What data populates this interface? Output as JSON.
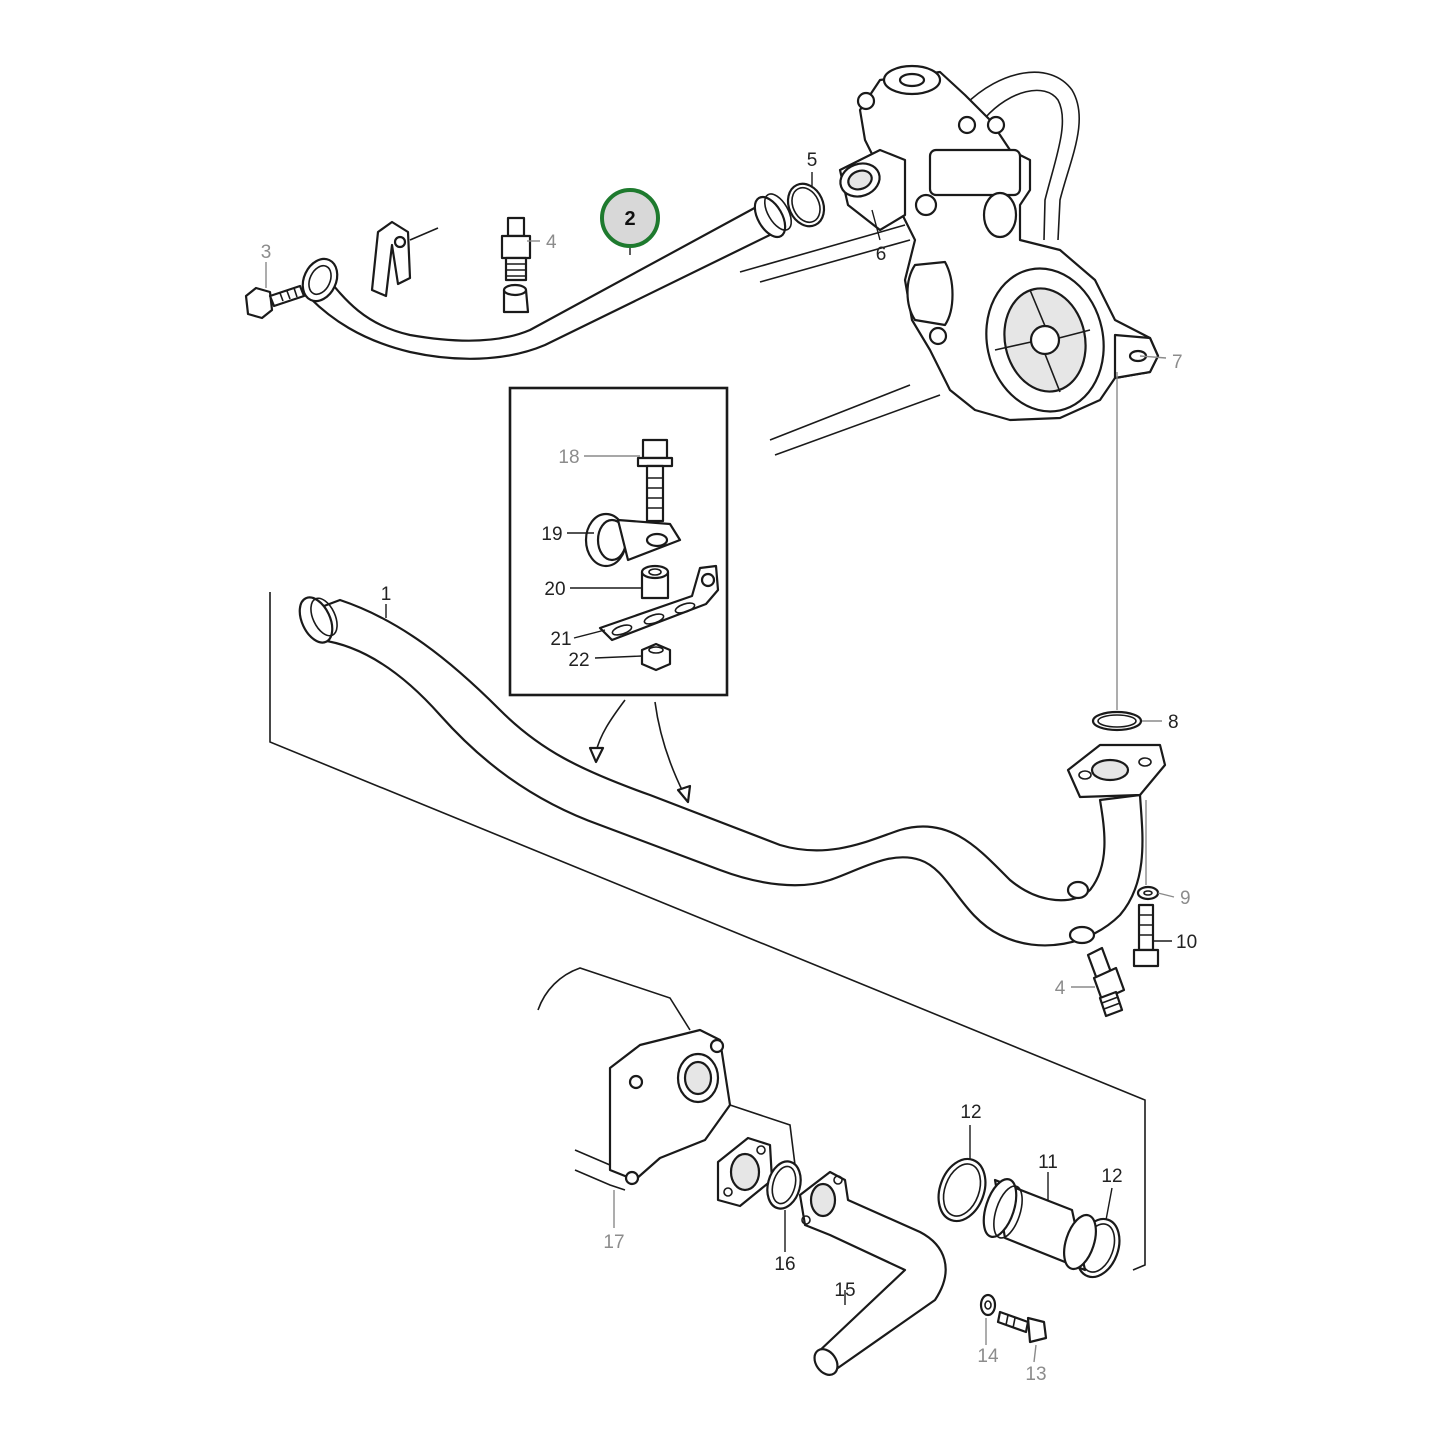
{
  "highlight": {
    "label": "2",
    "color": "#1e7a2e"
  },
  "callouts": {
    "c1": "1",
    "c2": "2",
    "c3": "3",
    "c4a": "4",
    "c4b": "4",
    "c5": "5",
    "c6": "6",
    "c7": "7",
    "c8": "8",
    "c9": "9",
    "c10": "10",
    "c11": "11",
    "c12a": "12",
    "c12b": "12",
    "c13": "13",
    "c14": "14",
    "c15": "15",
    "c16": "16",
    "c17": "17",
    "c18": "18",
    "c19": "19",
    "c20": "20",
    "c21": "21",
    "c22": "22"
  }
}
